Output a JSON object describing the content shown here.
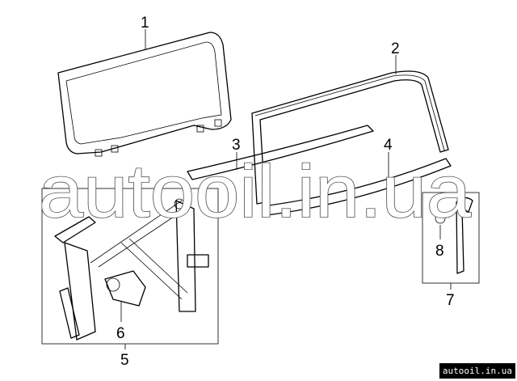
{
  "callouts": {
    "c1": "1",
    "c2": "2",
    "c3": "3",
    "c4": "4",
    "c5": "5",
    "c6": "6",
    "c7": "7",
    "c8": "8"
  },
  "watermark": "autooil.in.ua",
  "badge": "autooil.in.ua"
}
